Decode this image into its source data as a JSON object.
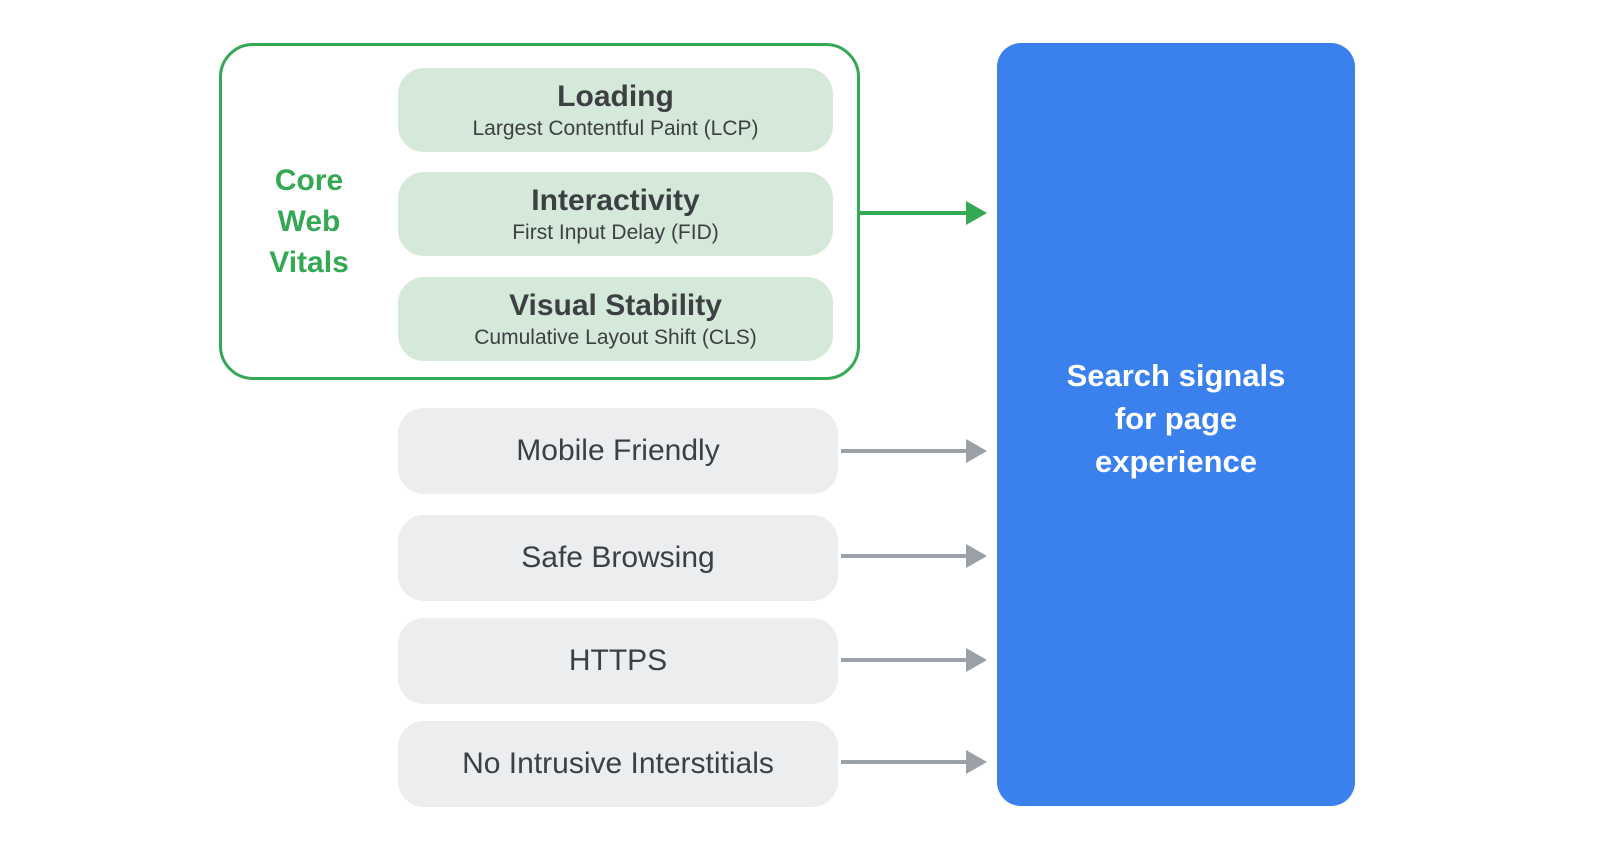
{
  "colors": {
    "green": "#34A853",
    "green_light_fill": "#D5E9DA",
    "gray_fill": "#ECEDEF",
    "gray_arrow": "#9AA0A6",
    "blue": "#3B81EE",
    "text_dark": "#3C4043",
    "text_white": "#FFFFFF"
  },
  "core_web_vitals": {
    "label": "Core\nWeb\nVitals",
    "items": [
      {
        "title": "Loading",
        "subtitle": "Largest Contentful Paint (LCP)"
      },
      {
        "title": "Interactivity",
        "subtitle": "First Input Delay (FID)"
      },
      {
        "title": "Visual Stability",
        "subtitle": "Cumulative Layout Shift (CLS)"
      }
    ]
  },
  "other_signals": [
    {
      "label": "Mobile Friendly"
    },
    {
      "label": "Safe Browsing"
    },
    {
      "label": "HTTPS"
    },
    {
      "label": "No Intrusive Interstitials"
    }
  ],
  "target": {
    "label": "Search signals\nfor page\nexperience"
  }
}
